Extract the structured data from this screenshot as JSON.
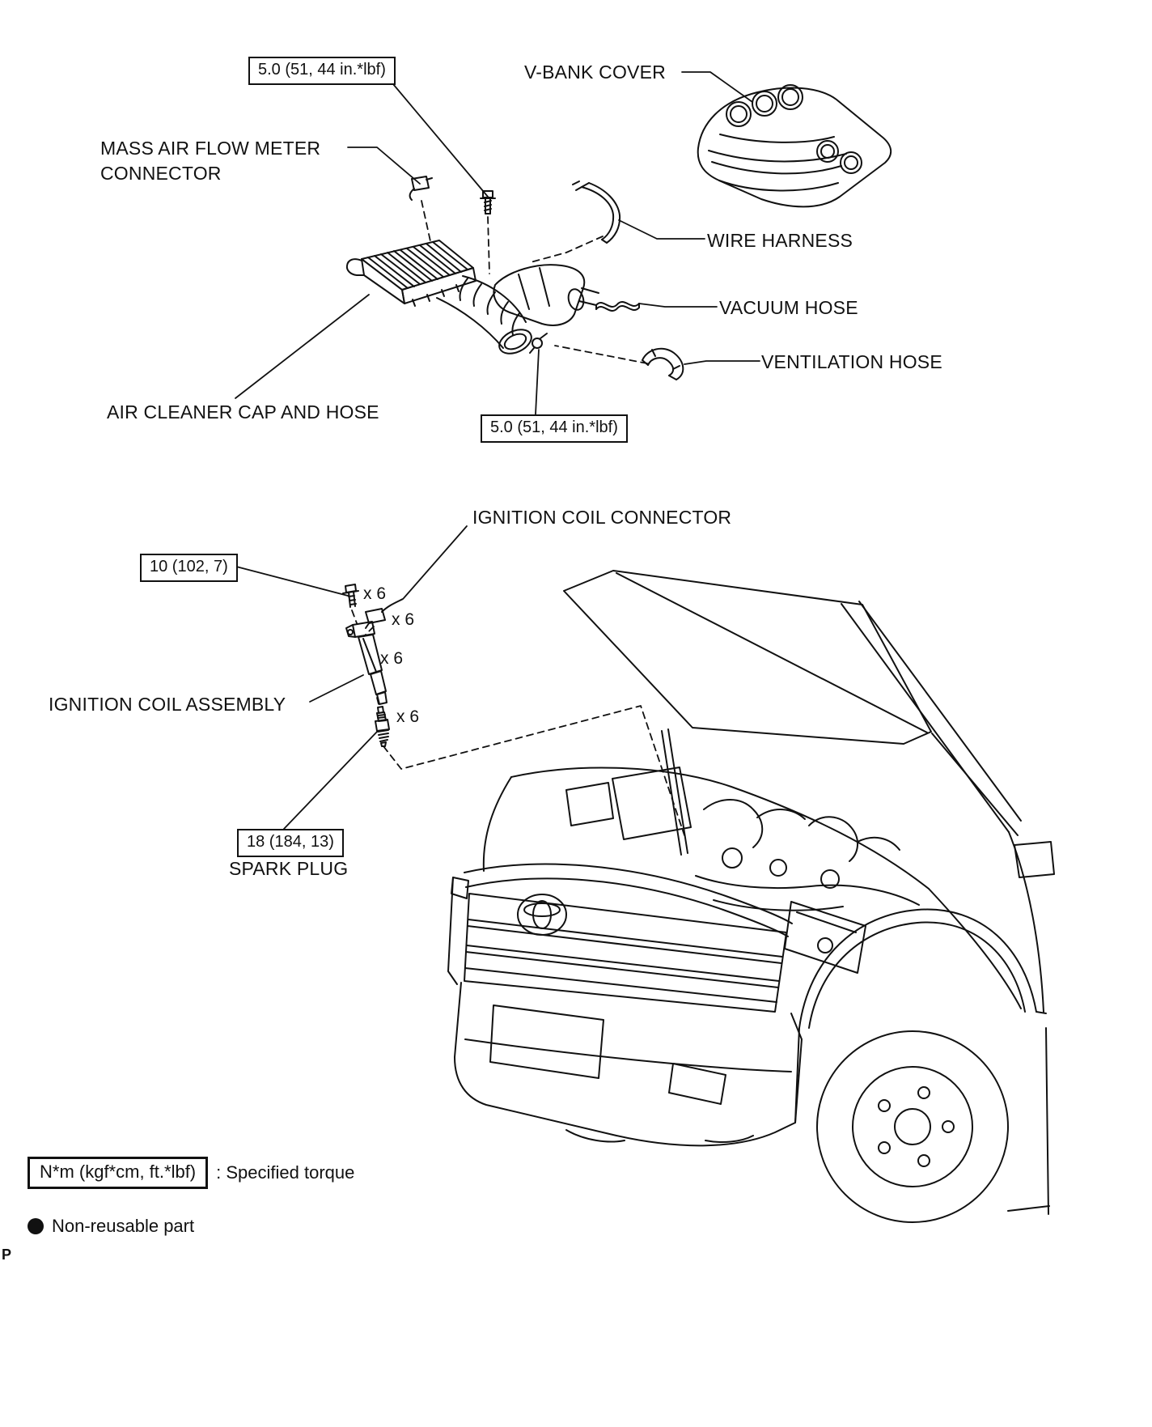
{
  "page": {
    "marker": "P",
    "background": "#ffffff",
    "line_color": "#111111"
  },
  "torque_boxes": [
    {
      "label": "5.0 (51, 44 in.*lbf)"
    },
    {
      "label": "5.0 (51, 44 in.*lbf)"
    },
    {
      "label": "10 (102, 7)"
    },
    {
      "label": "18 (184, 13)"
    }
  ],
  "part_labels": {
    "v_bank_cover": "V-BANK COVER",
    "maf_connector_line1": "MASS AIR FLOW METER",
    "maf_connector_line2": "CONNECTOR",
    "wire_harness": "WIRE HARNESS",
    "vacuum_hose": "VACUUM HOSE",
    "ventilation_hose": "VENTILATION HOSE",
    "air_cleaner_cap_and_hose": "AIR CLEANER CAP AND HOSE",
    "ignition_coil_connector": "IGNITION COIL CONNECTOR",
    "ignition_coil_assembly": "IGNITION COIL ASSEMBLY",
    "spark_plug": "SPARK PLUG"
  },
  "quantity_markers": [
    {
      "label": "x 6"
    },
    {
      "label": "x 6"
    },
    {
      "label": "x 6"
    },
    {
      "label": "x 6"
    }
  ],
  "legend": {
    "torque_box_label": "N*m (kgf*cm, ft.*lbf)",
    "torque_description": ": Specified torque",
    "non_reusable_icon": "●",
    "non_reusable_label": "Non-reusable part"
  }
}
